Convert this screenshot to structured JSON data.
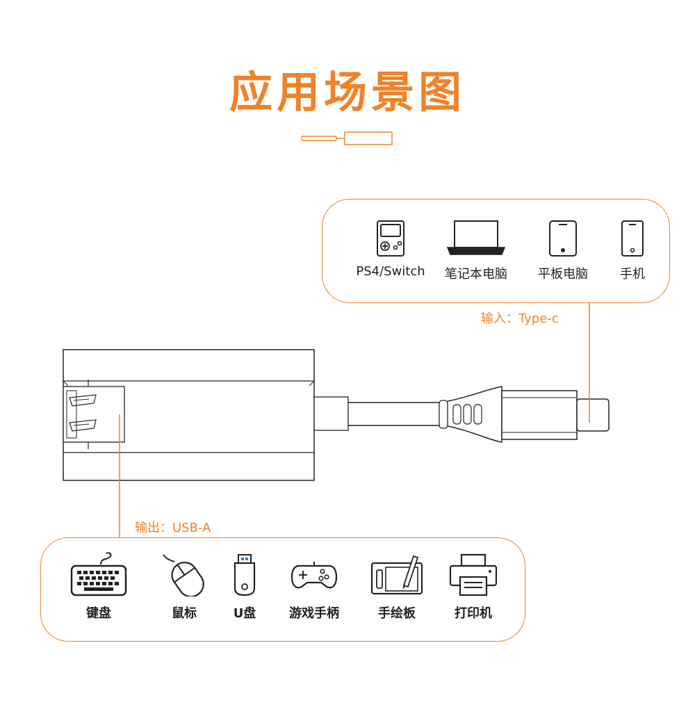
{
  "title": "应用场景图",
  "colors": {
    "accent": "#f08228",
    "line": "#222222",
    "text": "#222222"
  },
  "input": {
    "label": "输入：Type-c",
    "devices": [
      {
        "icon": "handheld-console-icon",
        "label": "PS4/Switch"
      },
      {
        "icon": "laptop-icon",
        "label": "笔记本电脑"
      },
      {
        "icon": "tablet-icon",
        "label": "平板电脑"
      },
      {
        "icon": "phone-icon",
        "label": "手机"
      }
    ]
  },
  "output": {
    "label": "输出：USB-A",
    "devices": [
      {
        "icon": "keyboard-icon",
        "label": "键盘"
      },
      {
        "icon": "mouse-icon",
        "label": "鼠标"
      },
      {
        "icon": "usb-drive-icon",
        "label": "U盘"
      },
      {
        "icon": "gamepad-icon",
        "label": "游戏手柄"
      },
      {
        "icon": "drawing-tablet-icon",
        "label": "手绘板"
      },
      {
        "icon": "printer-icon",
        "label": "打印机"
      }
    ]
  }
}
